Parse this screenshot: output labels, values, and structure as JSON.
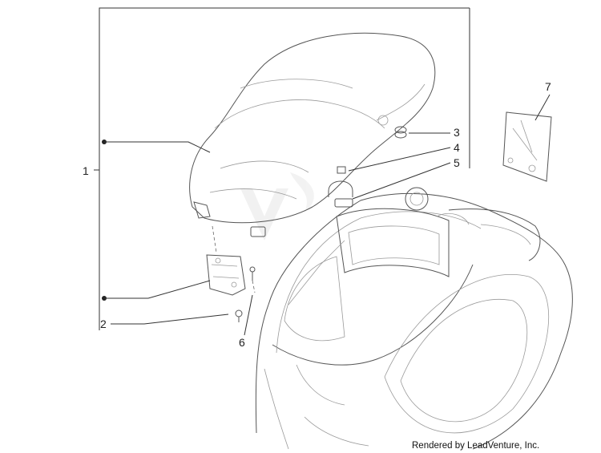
{
  "callouts": [
    {
      "id": "1",
      "label": "1"
    },
    {
      "id": "2",
      "label": "2"
    },
    {
      "id": "3",
      "label": "3"
    },
    {
      "id": "4",
      "label": "4"
    },
    {
      "id": "5",
      "label": "5"
    },
    {
      "id": "6",
      "label": "6"
    },
    {
      "id": "7",
      "label": "7"
    }
  ],
  "credit": "Rendered by LeadVenture, Inc.",
  "colors": {
    "line": "#333333",
    "part_outline": "#555555",
    "watermark": "#e3e3e3"
  }
}
